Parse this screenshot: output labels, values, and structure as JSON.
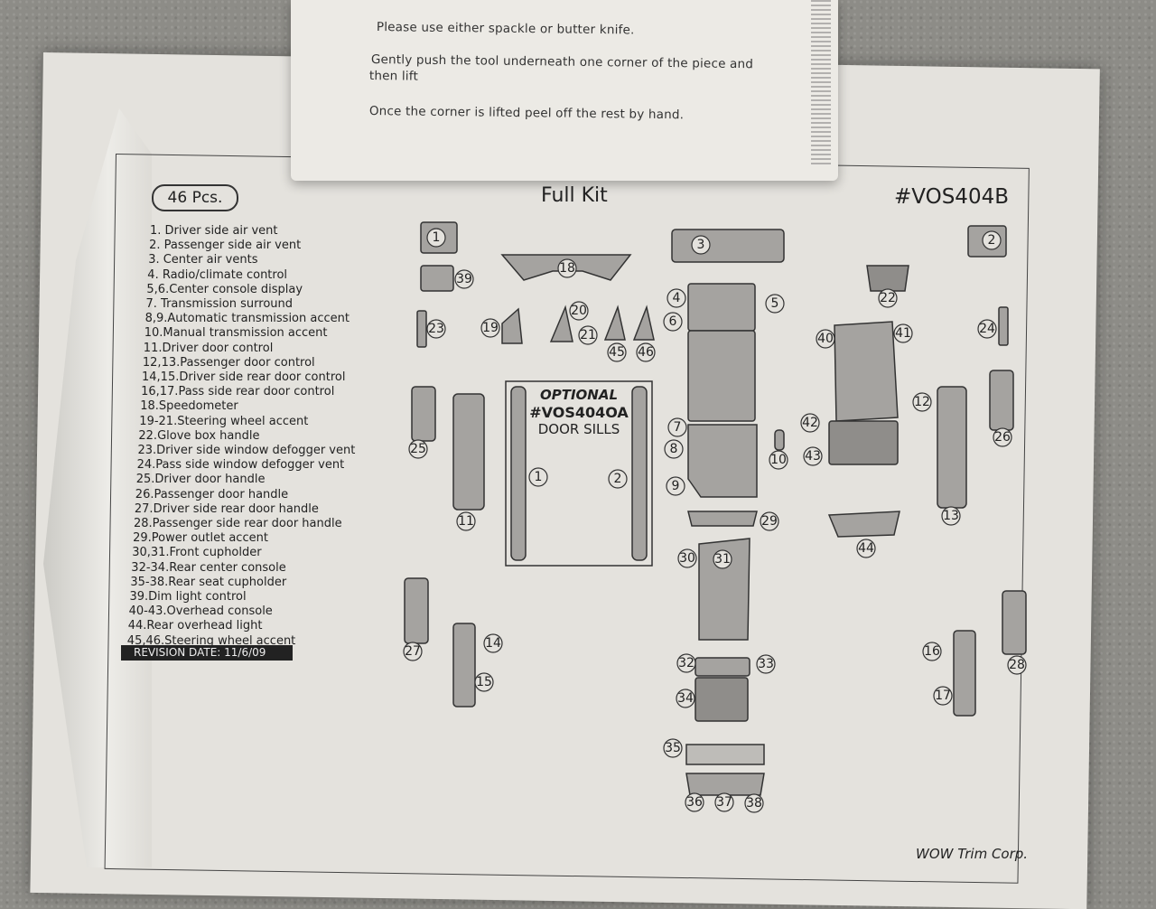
{
  "note": {
    "lines": [
      "Please use either spackle or butter knife.",
      "Gently push the tool underneath one corner of the piece and",
      "then lift",
      "Once the corner is lifted peel off the rest by hand."
    ]
  },
  "header": {
    "pieces": "46 Pcs.",
    "title": "Full Kit",
    "part_number": "#VOS404B"
  },
  "legend": [
    "1.  Driver side air vent",
    "2.  Passenger side air vent",
    "3.  Center air vents",
    "4.  Radio/climate control",
    "5,6.Center console display",
    "7.  Transmission surround",
    "8,9.Automatic transmission accent",
    "10.Manual transmission accent",
    "11.Driver door control",
    "12,13.Passenger door control",
    "14,15.Driver side rear door control",
    "16,17.Pass side rear door control",
    "18.Speedometer",
    "19-21.Steering wheel accent",
    "22.Glove box handle",
    "23.Driver side window defogger vent",
    "24.Pass side window defogger vent",
    "25.Driver door handle",
    "26.Passenger door handle",
    "27.Driver side rear door handle",
    "28.Passenger side rear door handle",
    "29.Power outlet accent",
    "30,31.Front cupholder",
    "32-34.Rear center console",
    "35-38.Rear seat cupholder",
    "39.Dim light control",
    "40-43.Overhead console",
    "44.Rear overhead light",
    "45,46.Steering wheel accent"
  ],
  "revision": "REVISION DATE: 11/6/09",
  "optional": {
    "line1": "OPTIONAL",
    "line2": "#VOS404OA",
    "line3": "DOOR SILLS"
  },
  "footer": "WOW Trim Corp.",
  "callouts": [
    "1",
    "2",
    "3",
    "4",
    "5",
    "6",
    "7",
    "8",
    "9",
    "10",
    "11",
    "12",
    "13",
    "14",
    "15",
    "16",
    "17",
    "18",
    "19",
    "20",
    "21",
    "22",
    "23",
    "24",
    "25",
    "26",
    "27",
    "28",
    "29",
    "30",
    "31",
    "32",
    "33",
    "34",
    "35",
    "36",
    "37",
    "38",
    "39",
    "40",
    "41",
    "42",
    "43",
    "44",
    "45",
    "46"
  ],
  "sill_callouts": [
    "1",
    "2"
  ]
}
